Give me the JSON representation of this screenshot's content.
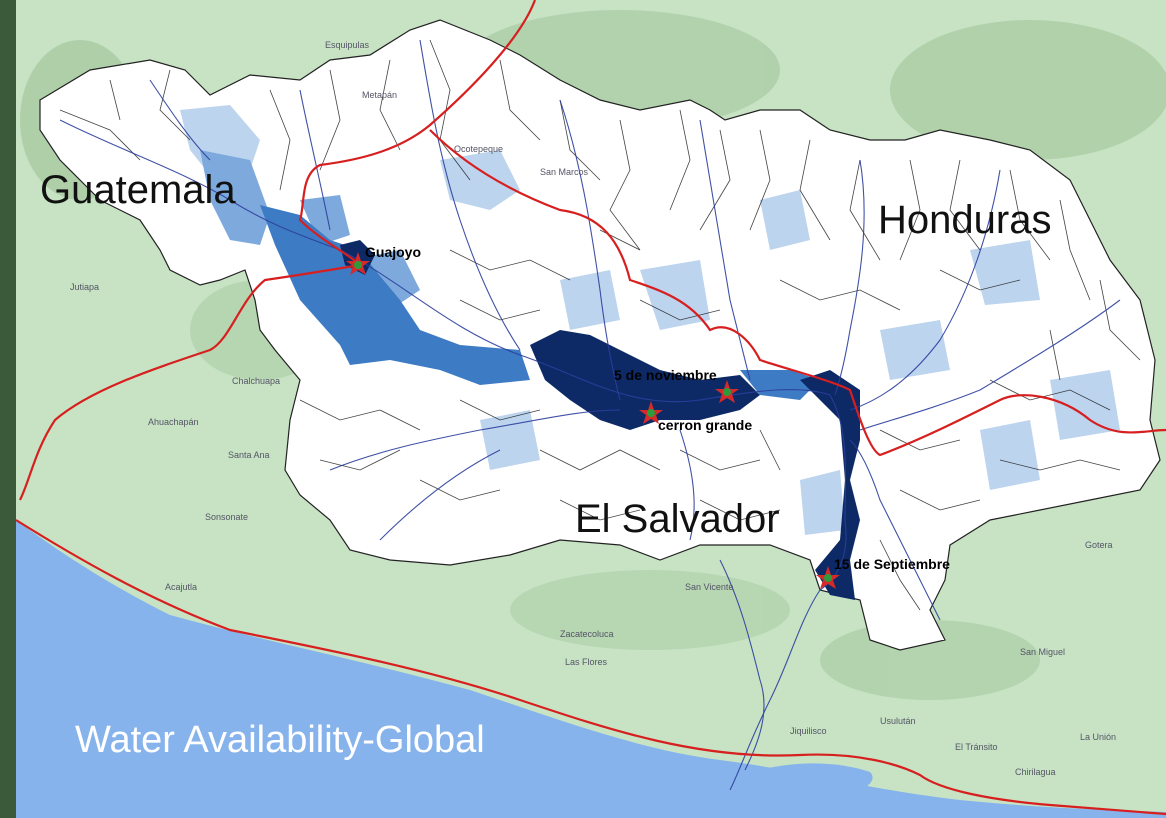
{
  "map": {
    "title": "Water Availability-Global",
    "countries": [
      "Guatemala",
      "Honduras",
      "El Salvador"
    ],
    "reservoirs": [
      "Guajoyo",
      "5 de noviembre",
      "cerron grande",
      "15 de Septiembre"
    ],
    "places": [
      "Ahuachapán",
      "Sonsonate",
      "Santa Ana",
      "Chalchuapa",
      "Zacatecoluca",
      "Usulután",
      "San Miguel",
      "Jiquilisco",
      "La Unión",
      "Acajutla",
      "San Marcos",
      "Ocotepeque",
      "Esquipulas",
      "Jutiapa",
      "Las Flores",
      "San Vicente",
      "Chirilagua",
      "El Tránsito",
      "Metapán",
      "Gotera"
    ],
    "colors": {
      "sea": "#86b3ec",
      "land": "#c7e3c4",
      "basin_fill": "#ffffff",
      "water_light": "#bcd4ee",
      "water_medium": "#3d7bc4",
      "water_dark": "#0d2a66",
      "border": "#d71f1f",
      "rivers": "#2c3f9e",
      "marker": "#d62a2a",
      "marker_center": "#2f9a3a"
    }
  }
}
